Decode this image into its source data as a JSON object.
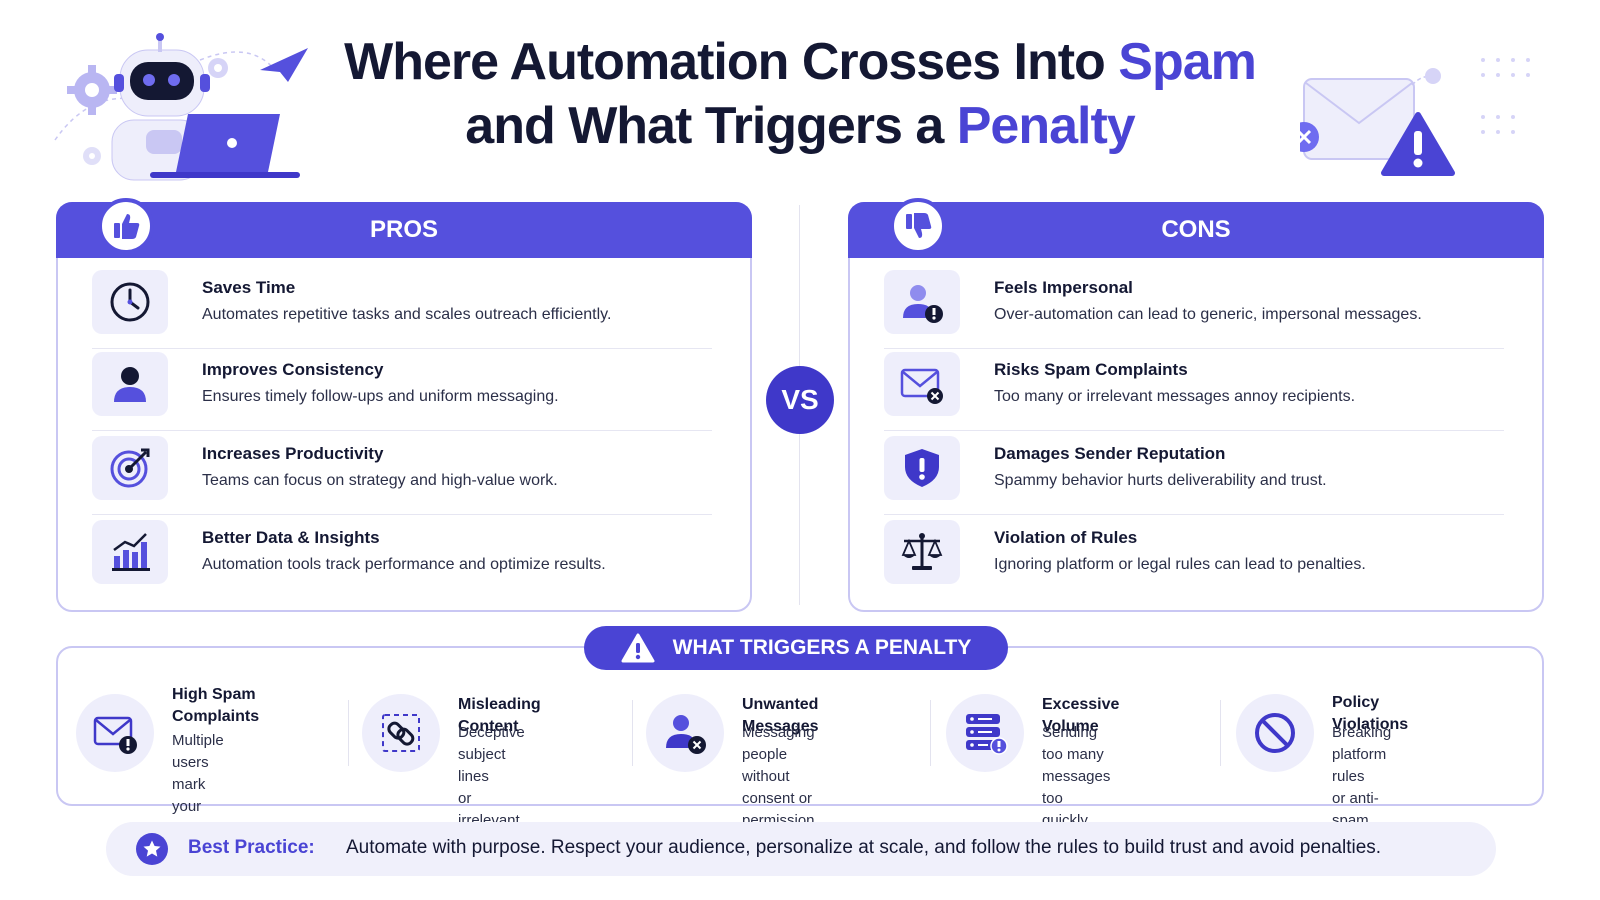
{
  "title": {
    "line1_prefix": "Where Automation Crosses Into ",
    "line1_accent": "Spam",
    "line2_prefix": "and What Triggers a ",
    "line2_accent": "Penalty"
  },
  "colors": {
    "accent": "#4a44d4",
    "header": "#5550dd",
    "tile_bg": "#eeeefb",
    "border": "#c9c7f3",
    "dark": "#141833"
  },
  "pros": {
    "header": "PROS",
    "badge_icon": "thumbs-up-icon",
    "items": [
      {
        "icon": "clock-icon",
        "title": "Saves Time",
        "desc": "Automates repetitive tasks and scales outreach efficiently."
      },
      {
        "icon": "user-icon",
        "title": "Improves Consistency",
        "desc": "Ensures timely follow-ups and uniform messaging."
      },
      {
        "icon": "target-icon",
        "title": "Increases Productivity",
        "desc": "Teams can focus on strategy and high-value work."
      },
      {
        "icon": "chart-icon",
        "title": "Better Data & Insights",
        "desc": "Automation tools track performance and optimize results."
      }
    ]
  },
  "cons": {
    "header": "CONS",
    "badge_icon": "thumbs-down-icon",
    "items": [
      {
        "icon": "user-alert-icon",
        "title": "Feels Impersonal",
        "desc": "Over-automation can lead to generic, impersonal messages."
      },
      {
        "icon": "mail-x-icon",
        "title": "Risks Spam Complaints",
        "desc": "Too many or irrelevant messages annoy recipients."
      },
      {
        "icon": "shield-alert-icon",
        "title": "Damages Sender Reputation",
        "desc": "Spammy behavior hurts deliverability and trust."
      },
      {
        "icon": "scales-icon",
        "title": "Violation of Rules",
        "desc": "Ignoring platform or legal rules can lead to penalties."
      }
    ]
  },
  "vs_label": "VS",
  "penalty": {
    "header": "WHAT TRIGGERS A PENALTY",
    "items": [
      {
        "icon": "mail-alert-icon",
        "title_lines": [
          "High Spam",
          "Complaints"
        ],
        "desc_lines": [
          "Multiple users mark",
          "your messages as spam."
        ]
      },
      {
        "icon": "broken-link-icon",
        "title_lines": [
          "Misleading Content"
        ],
        "desc_lines": [
          "Deceptive subject lines",
          "or irrelevant content."
        ]
      },
      {
        "icon": "user-x-icon",
        "title_lines": [
          "Unwanted Messages"
        ],
        "desc_lines": [
          "Messaging people without",
          "consent or permission."
        ]
      },
      {
        "icon": "server-alert-icon",
        "title_lines": [
          "Excessive Volume"
        ],
        "desc_lines": [
          "Sending too many",
          "messages too quickly."
        ]
      },
      {
        "icon": "prohibited-icon",
        "title_lines": [
          "Policy Violations"
        ],
        "desc_lines": [
          "Breaking platform rules",
          "or anti-spam laws."
        ]
      }
    ]
  },
  "best_practice": {
    "label": "Best Practice:",
    "text": "Automate with purpose. Respect your audience, personalize at scale, and follow the rules to build trust and avoid penalties."
  }
}
